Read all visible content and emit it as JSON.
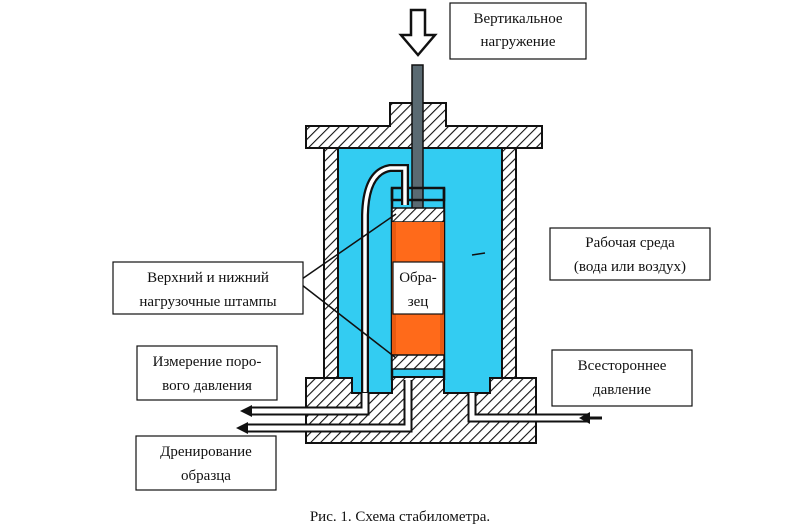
{
  "labels": {
    "vertical_load": [
      "Вертикальное",
      "нагружение"
    ],
    "working_medium": [
      "Рабочая среда",
      "(вода или воздух)"
    ],
    "platens": [
      "Верхний и нижний",
      "нагрузочные штампы"
    ],
    "sample": [
      "Обра-",
      "зец"
    ],
    "pore_pressure": [
      "Измерение поро-",
      "вого давления"
    ],
    "cell_pressure": [
      "Всестороннее",
      "давление"
    ],
    "drainage": [
      "Дренирование",
      "образца"
    ]
  },
  "caption": "Рис. 1. Схема стабилометра.",
  "colors": {
    "cell_fluid": "#33ccf2",
    "sample": "#ff6a1a",
    "outline": "#111111"
  }
}
